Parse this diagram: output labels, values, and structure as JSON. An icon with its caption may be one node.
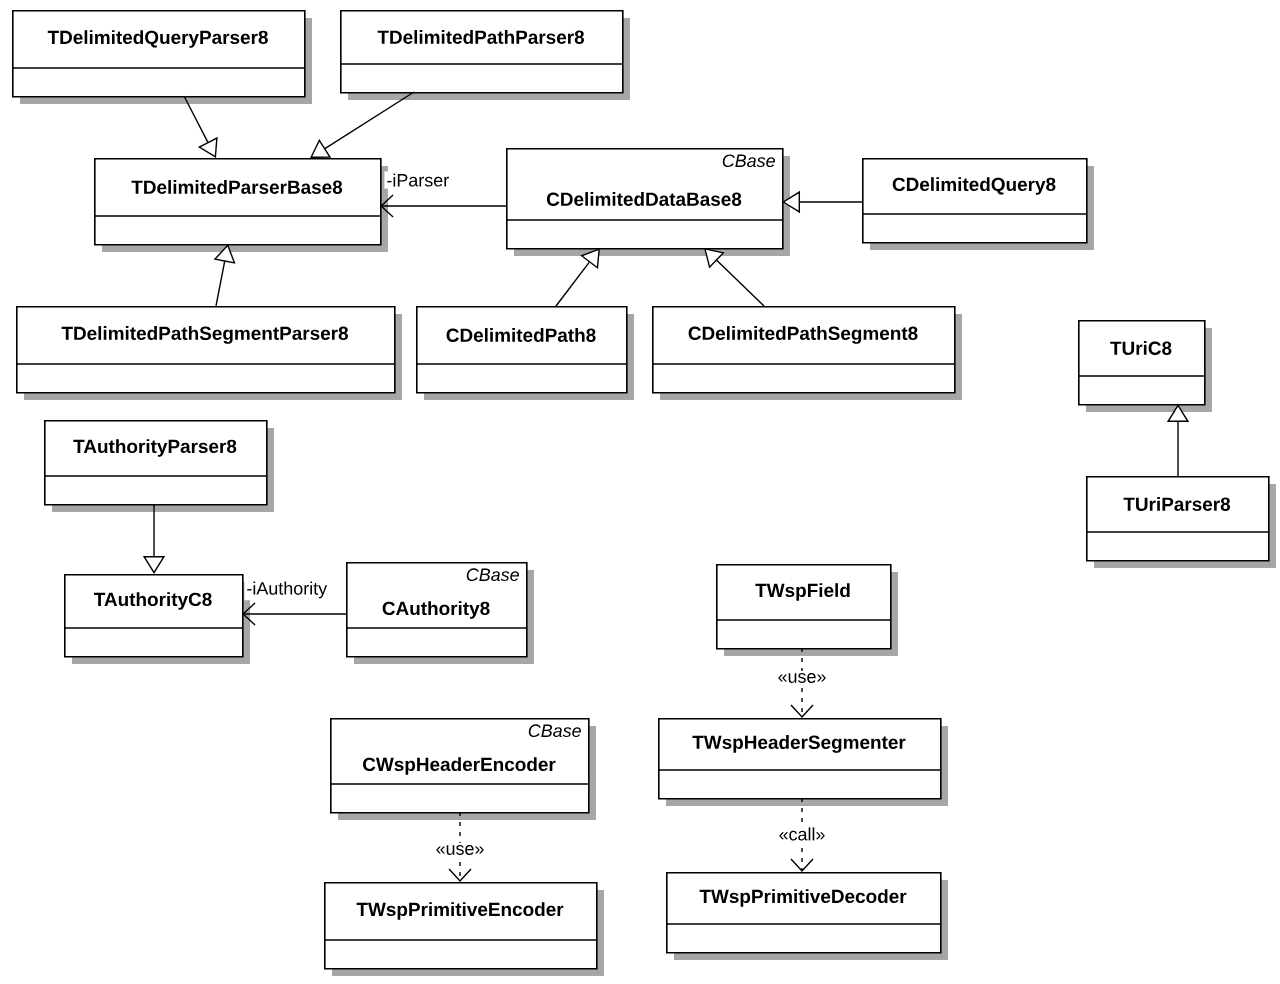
{
  "diagram": {
    "nodes": [
      {
        "text": [
          "TDelimitedQueryParser8"
        ]
      },
      {
        "text": [
          "TDelimitedPathParser8"
        ]
      },
      {
        "text": [
          "TDelimitedParserBase8"
        ]
      },
      {
        "text": [
          "CBase",
          "CDelimitedDataBase8"
        ]
      },
      {
        "text": [
          "CDelimitedQuery8"
        ]
      },
      {
        "text": [
          "TDelimitedPathSegmentParser8"
        ]
      },
      {
        "text": [
          "CDelimitedPath8"
        ]
      },
      {
        "text": [
          "CDelimitedPathSegment8"
        ]
      },
      {
        "text": [
          "TUriC8"
        ]
      },
      {
        "text": [
          "TUriParser8"
        ]
      },
      {
        "text": [
          "TAuthorityParser8"
        ]
      },
      {
        "text": [
          "TAuthorityC8"
        ]
      },
      {
        "text": [
          "CBase",
          "CAuthority8"
        ]
      },
      {
        "text": [
          "TWspField"
        ]
      },
      {
        "text": [
          "CBase",
          "CWspHeaderEncoder"
        ]
      },
      {
        "text": [
          "TWspHeaderSegmenter"
        ]
      },
      {
        "text": [
          "TWspPrimitiveEncoder"
        ]
      },
      {
        "text": [
          "TWspPrimitiveDecoder"
        ]
      }
    ],
    "edges": [
      {
        "from": 0,
        "to": 2,
        "arrow": "to"
      },
      {
        "from": 1,
        "to": 2,
        "arrow": "to"
      },
      {
        "from": 5,
        "to": 2,
        "arrow": "to"
      },
      {
        "from": 3,
        "to": 2,
        "arrow": "to",
        "label": "-iParser"
      },
      {
        "from": 4,
        "to": 3,
        "arrow": "to"
      },
      {
        "from": 6,
        "to": 3,
        "arrow": "to"
      },
      {
        "from": 7,
        "to": 3,
        "arrow": "to"
      },
      {
        "from": 9,
        "to": 8,
        "arrow": "to"
      },
      {
        "from": 10,
        "to": 11,
        "arrow": "to"
      },
      {
        "from": 12,
        "to": 11,
        "arrow": "to",
        "label": "-iAuthority"
      },
      {
        "from": 13,
        "to": 15,
        "arrow": "to",
        "label": "«use»",
        "style": "dashed"
      },
      {
        "from": 14,
        "to": 16,
        "arrow": "to",
        "label": "«use»",
        "style": "dashed"
      },
      {
        "from": 15,
        "to": 17,
        "arrow": "to",
        "label": "«call»",
        "style": "dashed"
      }
    ]
  }
}
